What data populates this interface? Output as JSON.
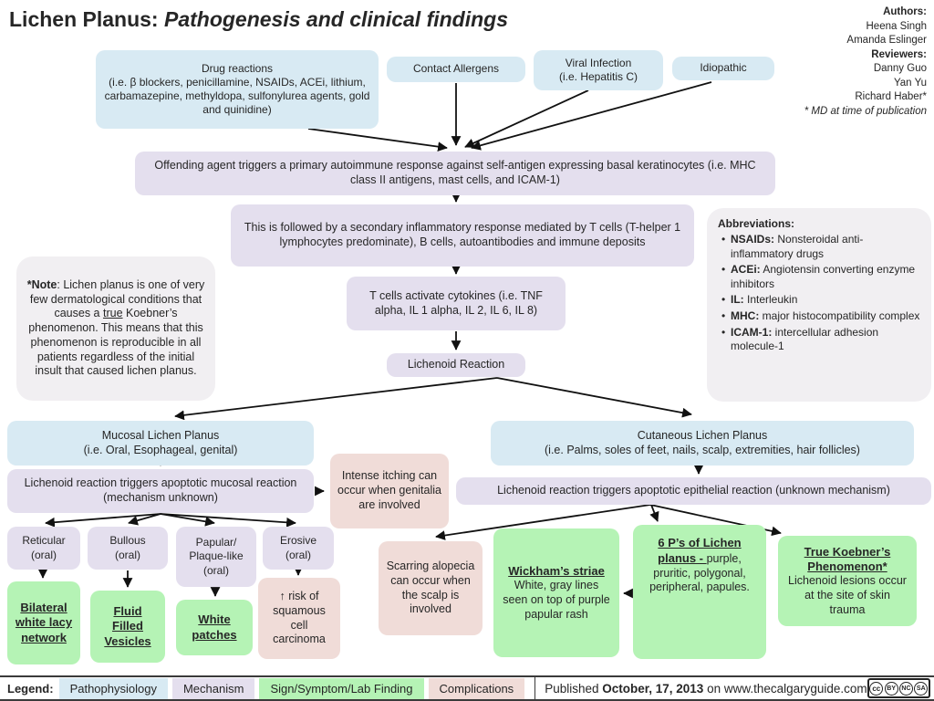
{
  "colors": {
    "pathophysiology": "#d8eaf3",
    "mechanism": "#e4dfee",
    "sign_symptom": "#b5f3b5",
    "complication": "#f0dcd8"
  },
  "title": {
    "main": "Lichen Planus: ",
    "sub": "Pathogenesis and clinical findings"
  },
  "credits": {
    "authors_label": "Authors:",
    "author_1": "Heena Singh",
    "author_2": "Amanda Eslinger",
    "reviewers_label": "Reviewers:",
    "reviewer_1": "Danny Guo",
    "reviewer_2": "Yan Yu",
    "reviewer_3": "Richard Haber*",
    "footnote": "* MD at time of publication"
  },
  "causes": {
    "drug_line1": "Drug reactions",
    "drug_line2": "(i.e. β blockers, penicillamine, NSAIDs, ACEi, lithium, carbamazepine, methyldopa, sulfonylurea agents, gold and quinidine)",
    "contact": "Contact Allergens",
    "viral_line1": "Viral Infection",
    "viral_line2": "(i.e. Hepatitis C)",
    "idiopathic": "Idiopathic"
  },
  "pathway": {
    "primary": "Offending agent triggers a primary autoimmune response against self-antigen expressing basal keratinocytes (i.e. MHC class II antigens, mast cells, and ICAM-1)",
    "secondary": "This is followed by a secondary inflammatory response mediated by T cells (T-helper 1 lymphocytes predominate), B cells, autoantibodies and immune deposits",
    "cytokines": "T cells activate cytokines (i.e. TNF alpha, IL 1 alpha, IL 2, IL 6, IL 8)",
    "lichenoid": "Lichenoid Reaction"
  },
  "note": {
    "bold": "*Note",
    "pre_underline": ": Lichen planus is one of very few dermatological conditions that causes a ",
    "underlined": "true",
    "post_underline": " Koebner’s phenomenon. This means that this phenomenon is reproducible in all patients regardless of the initial insult that caused lichen planus."
  },
  "abbreviations": {
    "title": "Abbreviations:",
    "items": [
      {
        "term": "NSAIDs:",
        "def": " Nonsteroidal anti-inflammatory drugs"
      },
      {
        "term": "ACEi:",
        "def": " Angiotensin converting enzyme inhibitors"
      },
      {
        "term": "IL:",
        "def": " Interleukin"
      },
      {
        "term": "MHC:",
        "def": " major histocompatibility complex"
      },
      {
        "term": "ICAM-1:",
        "def": " intercellular adhesion molecule-1"
      }
    ]
  },
  "mucosal": {
    "title_line1": "Mucosal Lichen Planus",
    "title_line2": "(i.e. Oral, Esophageal, genital)",
    "mechanism": "Lichenoid reaction triggers apoptotic mucosal reaction (mechanism unknown)",
    "itching": "Intense itching can occur when genitalia are involved"
  },
  "cutaneous": {
    "title_line1": "Cutaneous Lichen Planus",
    "title_line2": "(i.e. Palms, soles of feet, nails, scalp, extremities, hair follicles)",
    "mechanism": "Lichenoid reaction triggers apoptotic epithelial reaction (unknown mechanism)"
  },
  "oral_subtypes": [
    {
      "line1": "Reticular",
      "line2": "(oral)"
    },
    {
      "line1": "Bullous",
      "line2": "(oral)"
    },
    {
      "line1": "Papular/",
      "line2": "Plaque-like",
      "line3": "(oral)"
    },
    {
      "line1": "Erosive",
      "line2": "(oral)"
    }
  ],
  "findings": {
    "bilateral": "Bilateral white lacy network",
    "fluid": "Fluid Filled Vesicles",
    "white_patches": "White patches",
    "scc": "↑ risk of squamous cell carcinoma",
    "scarring": "Scarring alopecia can occur when the scalp is involved",
    "wickhams_title": "Wickham’s striae",
    "wickhams_body": "White, gray lines seen on top of purple papular rash",
    "six_ps_title": "6 P’s of Lichen planus - ",
    "six_ps_body": "purple, pruritic, polygonal, peripheral, papules.",
    "koebner_title": "True Koebner’s Phenomenon*",
    "koebner_body": "Lichenoid lesions occur at the site of skin trauma"
  },
  "legend": {
    "label": "Legend:",
    "items": [
      {
        "label": "Pathophysiology"
      },
      {
        "label": "Mechanism"
      },
      {
        "label": "Sign/Symptom/Lab Finding"
      },
      {
        "label": "Complications"
      }
    ]
  },
  "footer": {
    "published_prefix": "Published ",
    "published_date": "October, 17, 2013",
    "published_suffix": " on www.thecalgaryguide.com",
    "license_glyphs": [
      "cc",
      "BY",
      "NC",
      "SA"
    ]
  }
}
